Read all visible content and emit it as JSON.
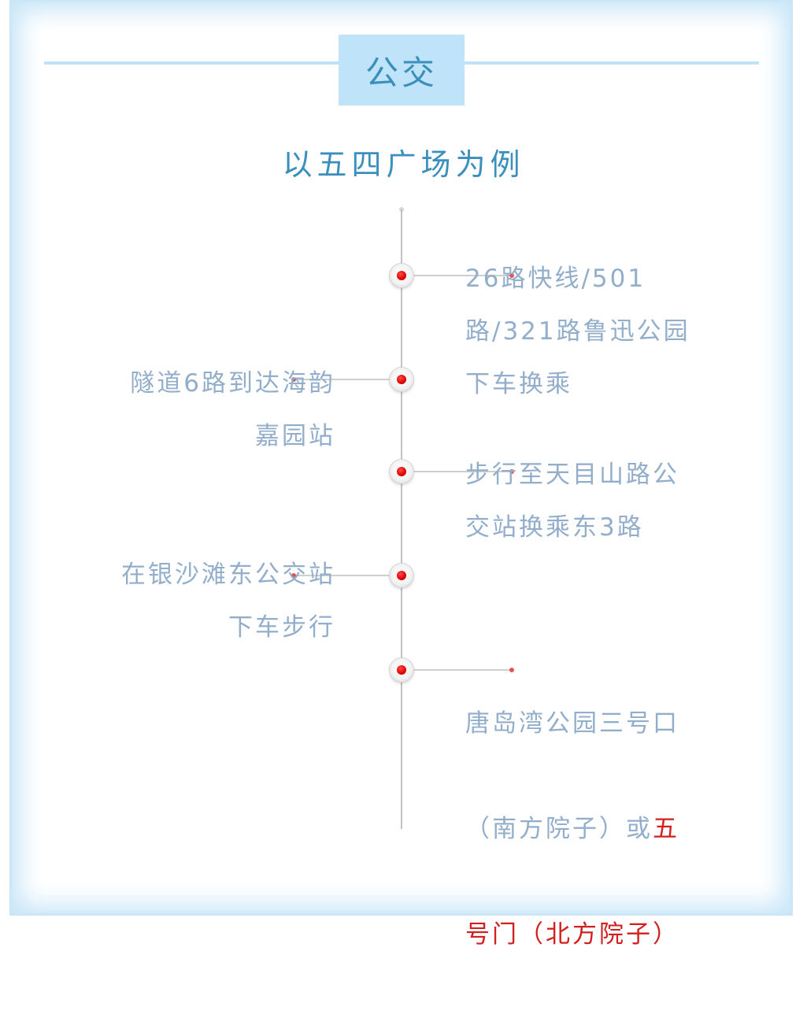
{
  "header": {
    "title": "公交"
  },
  "subtitle": "以五四广场为例",
  "timeline": {
    "items": [
      {
        "side": "right",
        "lines": [
          "26路快线/501",
          "路/321路鲁迅公园",
          "下车换乘"
        ]
      },
      {
        "side": "left",
        "lines": [
          "隧道6路到达海韵",
          "嘉园站"
        ]
      },
      {
        "side": "right",
        "lines": [
          "步行至天目山路公",
          "交站换乘东3路"
        ]
      },
      {
        "side": "left",
        "lines": [
          "在银沙滩东公交站",
          "下车步行"
        ]
      },
      {
        "side": "right",
        "line1": "唐岛湾公园三号口",
        "line2_normal": "（南方院子）或",
        "line2_red": "五",
        "line3_red": "号门（北方院子）"
      }
    ]
  },
  "colors": {
    "accent": "#3b8fbb",
    "title_box": "#bfe3f8",
    "text_muted": "#93aecb",
    "highlight": "#d21f1f",
    "node_dot": "#e00000"
  }
}
